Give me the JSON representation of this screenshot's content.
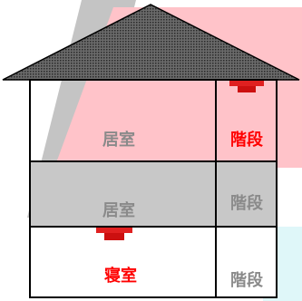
{
  "house": {
    "rooms": [
      {
        "floor": 3,
        "label": "居室",
        "status": "normal"
      },
      {
        "floor": 3,
        "label": "階段",
        "status": "alert"
      },
      {
        "floor": 2,
        "label": "居室",
        "status": "normal"
      },
      {
        "floor": 2,
        "label": "階段",
        "status": "normal"
      },
      {
        "floor": 1,
        "label": "寝室",
        "status": "alert"
      },
      {
        "floor": 1,
        "label": "階段",
        "status": "normal"
      }
    ],
    "alarm_count": 2
  },
  "colors": {
    "roof": "#555555",
    "wall_outline": "#000000",
    "bg_gray": "#c0c0c0",
    "pink": "#ffc0c8",
    "cyan": "#dff7f9",
    "detector_red": "#e02020",
    "label_normal": "#8a8a8a",
    "label_alert": "#ff0000"
  }
}
